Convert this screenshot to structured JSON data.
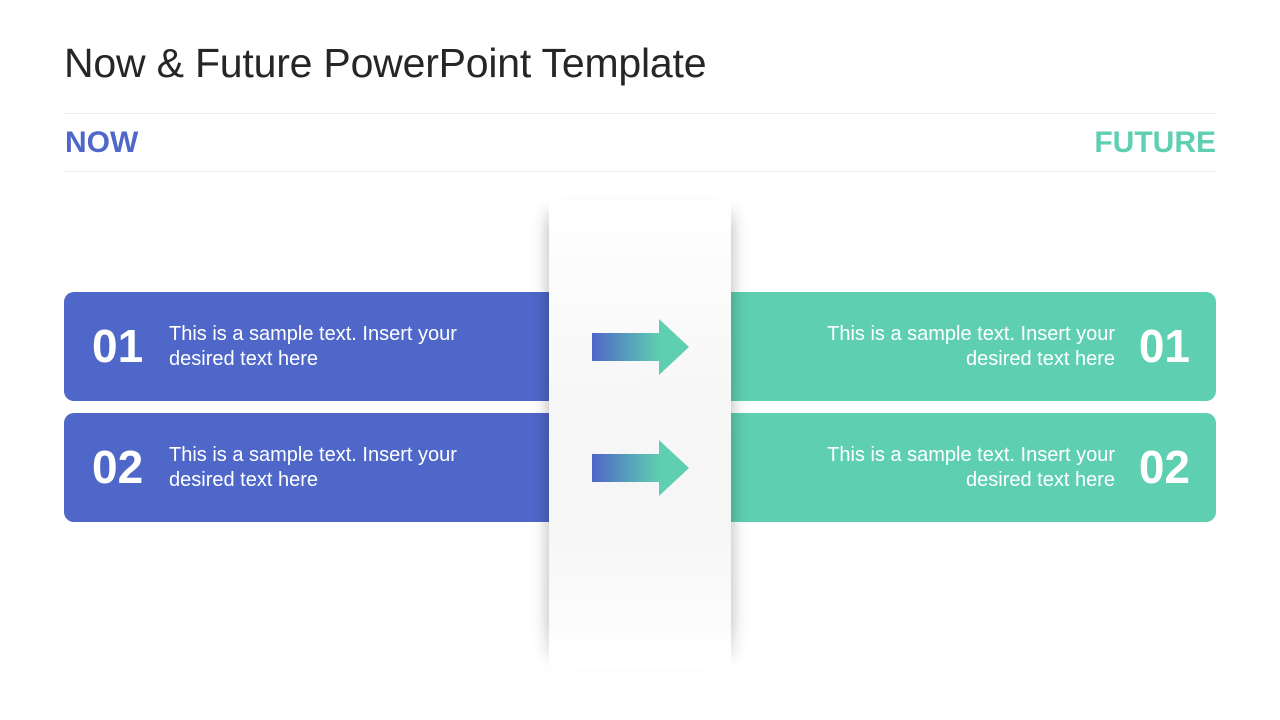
{
  "slide": {
    "title": "Now & Future PowerPoint Template",
    "now_label": "NOW",
    "future_label": "FUTURE",
    "colors": {
      "now": "#4f67c8",
      "future": "#5ecfb0",
      "title": "#262626"
    }
  },
  "now_items": [
    {
      "number": "01",
      "text": "This is a sample text. Insert your desired text here"
    },
    {
      "number": "02",
      "text": "This is a sample text. Insert your desired text here"
    }
  ],
  "future_items": [
    {
      "number": "01",
      "text": "This is a sample text. Insert your desired text here"
    },
    {
      "number": "02",
      "text": "This is a sample text. Insert your desired text here"
    }
  ],
  "arrows": [
    {
      "icon": "right-arrow-icon"
    },
    {
      "icon": "right-arrow-icon"
    }
  ]
}
